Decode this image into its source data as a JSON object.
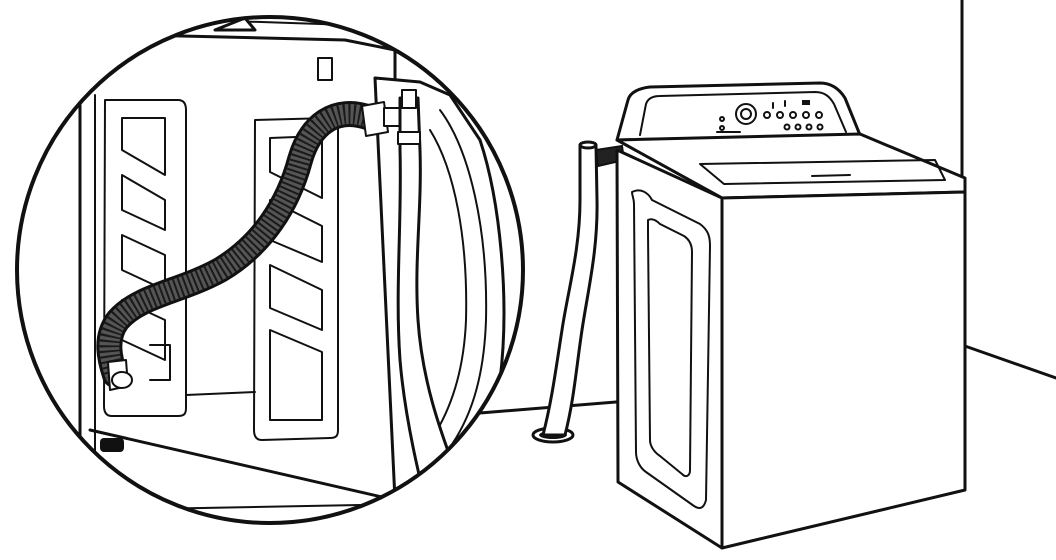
{
  "figure": {
    "background": "#ffffff",
    "line_color": "#111111",
    "hose_color": "#2a2a2a",
    "components": [
      "washer",
      "standpipe",
      "drain-hose",
      "magnified-detail-inset"
    ]
  }
}
